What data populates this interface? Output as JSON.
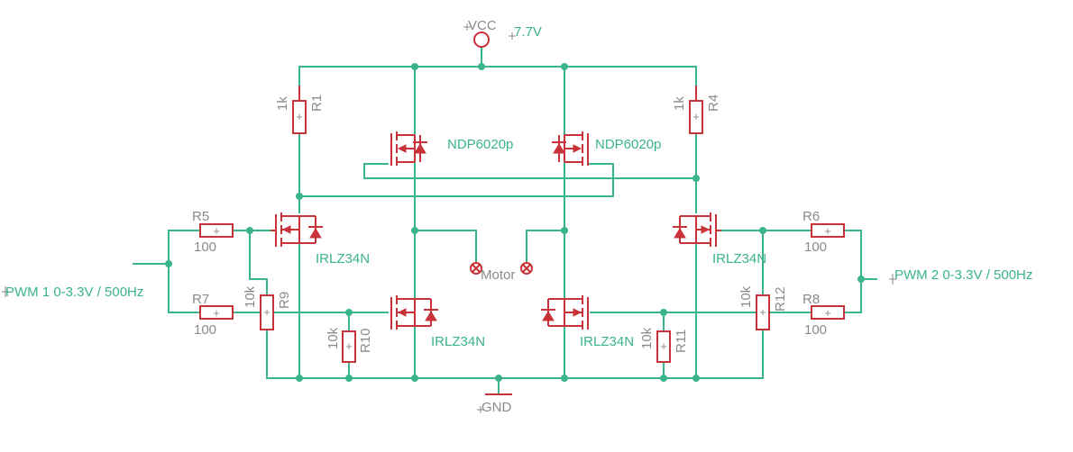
{
  "supply": {
    "name": "VCC",
    "value": "7.7V"
  },
  "ground": {
    "name": "GND"
  },
  "motor": {
    "name": "Motor"
  },
  "inputs": {
    "pwm1": "PWM 1 0-3.3V / 500Hz",
    "pwm2": "PWM 2 0-3.3V / 500Hz"
  },
  "transistors": {
    "q_high_left": "NDP6020p",
    "q_high_right": "NDP6020p",
    "q_drv_left": "IRLZ34N",
    "q_drv_right": "IRLZ34N",
    "q_low_left": "IRLZ34N",
    "q_low_right": "IRLZ34N"
  },
  "resistors": {
    "r1": {
      "name": "R1",
      "value": "1k"
    },
    "r4": {
      "name": "R4",
      "value": "1k"
    },
    "r5": {
      "name": "R5",
      "value": "100"
    },
    "r6": {
      "name": "R6",
      "value": "100"
    },
    "r7": {
      "name": "R7",
      "value": "100"
    },
    "r8": {
      "name": "R8",
      "value": "100"
    },
    "r9": {
      "name": "R9",
      "value": "10k"
    },
    "r10": {
      "name": "R10",
      "value": "10k"
    },
    "r11": {
      "name": "R11",
      "value": "10k"
    },
    "r12": {
      "name": "R12",
      "value": "10k"
    }
  },
  "colors": {
    "wire": "#3ab489",
    "part": "#c8333a",
    "label": "#8a8a8a"
  }
}
